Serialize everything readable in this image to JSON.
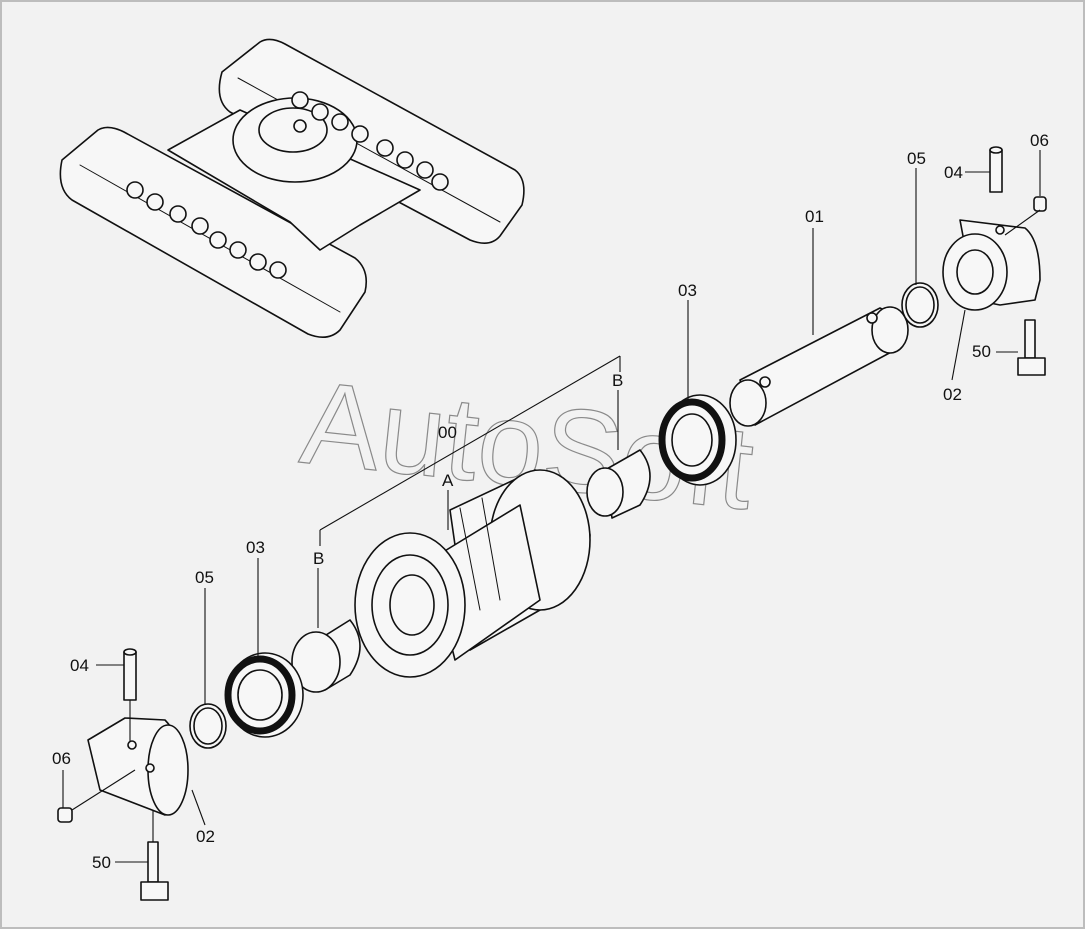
{
  "labels": {
    "assembly": "00",
    "pin": "01",
    "bracket_right": "02",
    "bracket_left": "02",
    "seal_right": "03",
    "seal_left": "03",
    "dowel_right": "04",
    "dowel_left": "04",
    "oring_right": "05",
    "oring_left": "05",
    "plug_right": "06",
    "plug_left": "06",
    "bolt_right": "50",
    "bolt_left": "50",
    "callout_a": "A",
    "callout_b_top": "B",
    "callout_b_bottom": "B"
  },
  "watermark": "AutoSoft"
}
